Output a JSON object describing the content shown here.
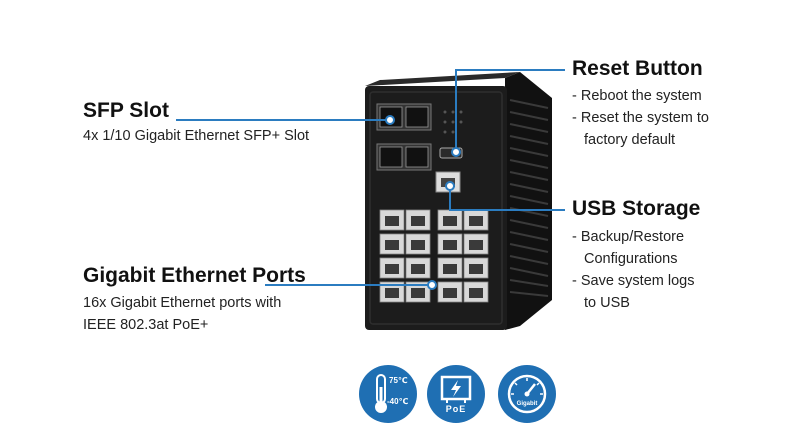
{
  "sfp": {
    "title": "SFP Slot",
    "desc": "4x 1/10 Gigabit Ethernet SFP+ Slot"
  },
  "ethernet": {
    "title": "Gigabit Ethernet Ports",
    "line1": "16x Gigabit Ethernet ports with",
    "line2": "IEEE 802.3at PoE+"
  },
  "reset": {
    "title": "Reset Button",
    "line1": "- Reboot the system",
    "line2": "- Reset the system to",
    "line3": "factory default"
  },
  "usb": {
    "title": "USB Storage",
    "line1": "- Backup/Restore",
    "line2": "Configurations",
    "line3": "- Save system logs",
    "line4": "to USB"
  },
  "icons": {
    "temp": {
      "name": "thermometer-icon",
      "hi": "75℃",
      "lo": "-40℃"
    },
    "poe": {
      "name": "poe-icon",
      "label": "PoE"
    },
    "speed": {
      "name": "speedometer-icon",
      "label": "Gigabit"
    }
  },
  "colors": {
    "accent": "#1f6fb3",
    "device": "#1c1c1c"
  }
}
